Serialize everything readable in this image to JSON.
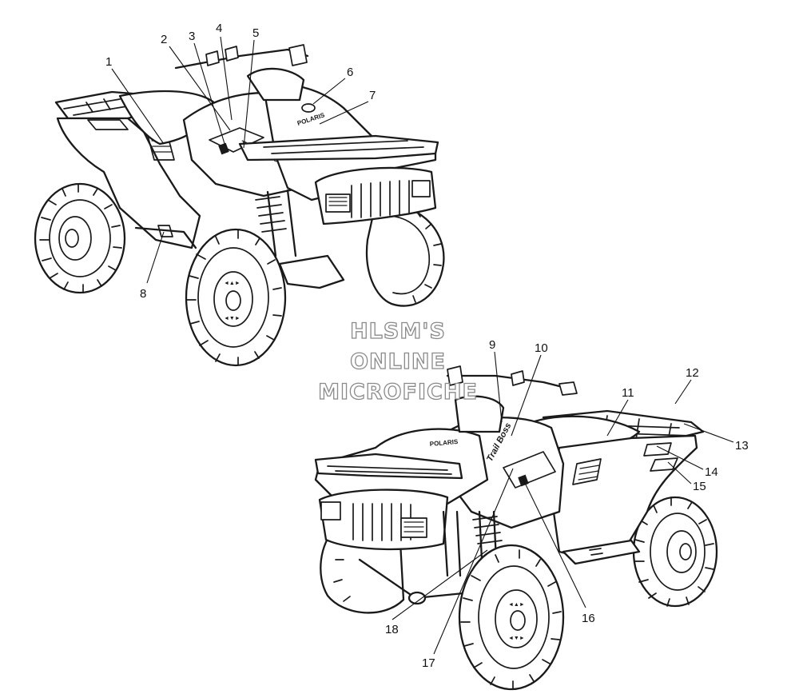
{
  "watermark": {
    "line1": "HLSM'S",
    "line2": "ONLINE",
    "line3": "MICROFICHE"
  },
  "decal_text": {
    "brand": "POLARIS",
    "model": "Trail Boss"
  },
  "callouts": [
    {
      "id": "1",
      "label": "1"
    },
    {
      "id": "2",
      "label": "2"
    },
    {
      "id": "3",
      "label": "3"
    },
    {
      "id": "4",
      "label": "4"
    },
    {
      "id": "5",
      "label": "5"
    },
    {
      "id": "6",
      "label": "6"
    },
    {
      "id": "7",
      "label": "7"
    },
    {
      "id": "8",
      "label": "8"
    },
    {
      "id": "9",
      "label": "9"
    },
    {
      "id": "10",
      "label": "10"
    },
    {
      "id": "11",
      "label": "11"
    },
    {
      "id": "12",
      "label": "12"
    },
    {
      "id": "13",
      "label": "13"
    },
    {
      "id": "14",
      "label": "14"
    },
    {
      "id": "15",
      "label": "15"
    },
    {
      "id": "16",
      "label": "16"
    },
    {
      "id": "17",
      "label": "17"
    },
    {
      "id": "18",
      "label": "18"
    }
  ]
}
